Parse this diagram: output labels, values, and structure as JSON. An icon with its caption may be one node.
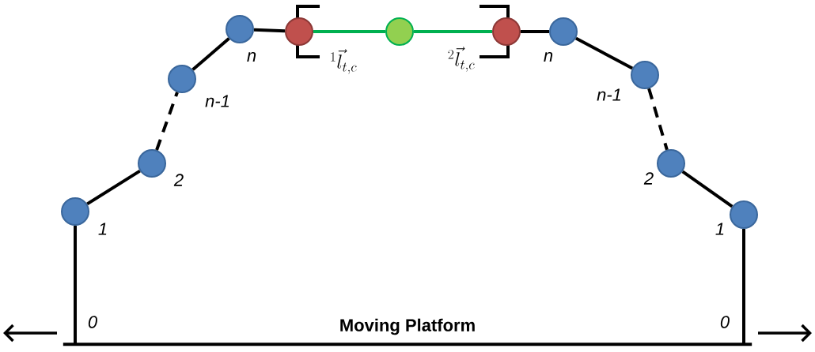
{
  "diagram": {
    "nodes": [
      {
        "text": [
          "Moving Platform"
        ]
      },
      {
        "text": [],
        "shape": "circle",
        "beside": [
          "1"
        ]
      },
      {
        "text": [],
        "shape": "circle",
        "beside": [
          "2"
        ]
      },
      {
        "text": [],
        "shape": "circle",
        "beside": [
          "n-1"
        ]
      },
      {
        "text": [],
        "shape": "circle",
        "beside": [
          "n"
        ]
      },
      {
        "text": [],
        "shape": "circle"
      },
      {
        "text": [],
        "shape": "circle"
      },
      {
        "text": [],
        "shape": "circle"
      },
      {
        "text": [],
        "shape": "circle",
        "beside": [
          "n"
        ]
      },
      {
        "text": [],
        "shape": "circle",
        "beside": [
          "n-1"
        ]
      },
      {
        "text": [],
        "shape": "circle",
        "beside": [
          "2"
        ]
      },
      {
        "text": [],
        "shape": "circle",
        "beside": [
          "1"
        ]
      }
    ],
    "edges": [
      {
        "from": 0,
        "to": 1,
        "arrow": "none"
      },
      {
        "from": 1,
        "to": 2,
        "arrow": "none"
      },
      {
        "from": 2,
        "to": 3,
        "arrow": "none",
        "style": "dashed"
      },
      {
        "from": 3,
        "to": 4,
        "arrow": "none"
      },
      {
        "from": 4,
        "to": 5,
        "arrow": "none"
      },
      {
        "from": 5,
        "to": 6,
        "arrow": "none",
        "color": "#00b050"
      },
      {
        "from": 6,
        "to": 7,
        "arrow": "none",
        "color": "#00b050"
      },
      {
        "from": 7,
        "to": 8,
        "arrow": "none"
      },
      {
        "from": 8,
        "to": 9,
        "arrow": "none"
      },
      {
        "from": 9,
        "to": 10,
        "arrow": "none",
        "style": "dashed"
      },
      {
        "from": 10,
        "to": 11,
        "arrow": "none"
      },
      {
        "from": 11,
        "to": 0,
        "arrow": "none"
      }
    ],
    "labels": [
      "{}^{1}\\vec{l}_{t,c}",
      "{}^{2}\\vec{l}_{t,c}",
      "0",
      "0"
    ]
  }
}
